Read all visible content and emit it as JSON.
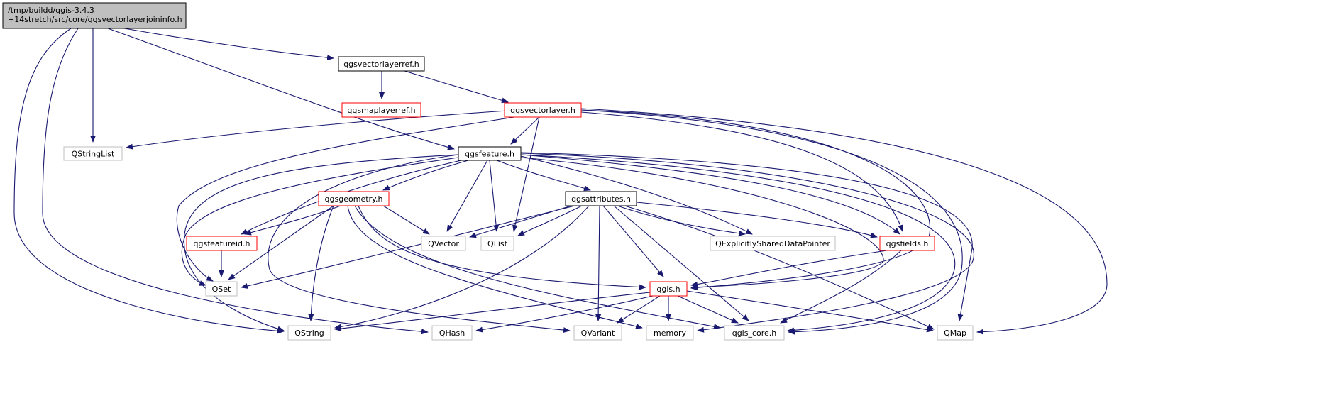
{
  "colors": {
    "root_fill": "#bfbfbf",
    "root_border": "#000000",
    "doc_border": "#000000",
    "truncated_border": "#ff0000",
    "external_border": "#bfbfbf",
    "edge": "#191970"
  },
  "nodes": {
    "root": {
      "line1": "/tmp/buildd/qgis-3.4.3",
      "line2": "+14stretch/src/core/qgsvectorlayerjoininfo.h",
      "kind": "root"
    },
    "vlref": {
      "label": "qgsvectorlayerref.h",
      "kind": "doc"
    },
    "mlref": {
      "label": "qgsmaplayerref.h",
      "kind": "truncated"
    },
    "vlayer": {
      "label": "qgsvectorlayer.h",
      "kind": "truncated"
    },
    "qsl": {
      "label": "QStringList",
      "kind": "external"
    },
    "feature": {
      "label": "qgsfeature.h",
      "kind": "doc"
    },
    "geometry": {
      "label": "qgsgeometry.h",
      "kind": "truncated"
    },
    "attrs": {
      "label": "qgsattributes.h",
      "kind": "doc"
    },
    "featureid": {
      "label": "qgsfeatureid.h",
      "kind": "truncated"
    },
    "qvector": {
      "label": "QVector",
      "kind": "external"
    },
    "qlist": {
      "label": "QList",
      "kind": "external"
    },
    "qesdp": {
      "label": "QExplicitlySharedDataPointer",
      "kind": "external"
    },
    "fields": {
      "label": "qgsfields.h",
      "kind": "truncated"
    },
    "qset": {
      "label": "QSet",
      "kind": "external"
    },
    "qgis": {
      "label": "qgis.h",
      "kind": "truncated"
    },
    "qstring": {
      "label": "QString",
      "kind": "external"
    },
    "qhash": {
      "label": "QHash",
      "kind": "external"
    },
    "qvariant": {
      "label": "QVariant",
      "kind": "external"
    },
    "memory": {
      "label": "memory",
      "kind": "external"
    },
    "qgiscore": {
      "label": "qgis_core.h",
      "kind": "external"
    },
    "qmap": {
      "label": "QMap",
      "kind": "external"
    }
  }
}
